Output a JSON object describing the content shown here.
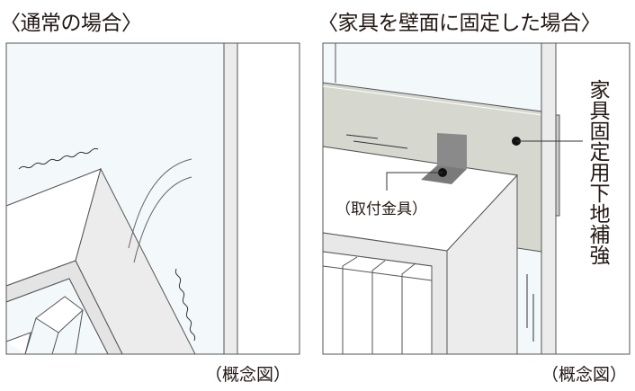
{
  "panels": [
    {
      "title": "〈通常の場合〉",
      "caption": "（概念図）"
    },
    {
      "title": "〈家具を壁面に固定した場合〉",
      "caption": "（概念図）",
      "labels": {
        "bracket": "（取付金具）",
        "reinforcement": "家具固定用下地補強"
      }
    }
  ],
  "colors": {
    "glass": "#f2f7fa",
    "board": "#d6d7cf",
    "bracket": "#8a8a8a",
    "line": "#555555"
  }
}
